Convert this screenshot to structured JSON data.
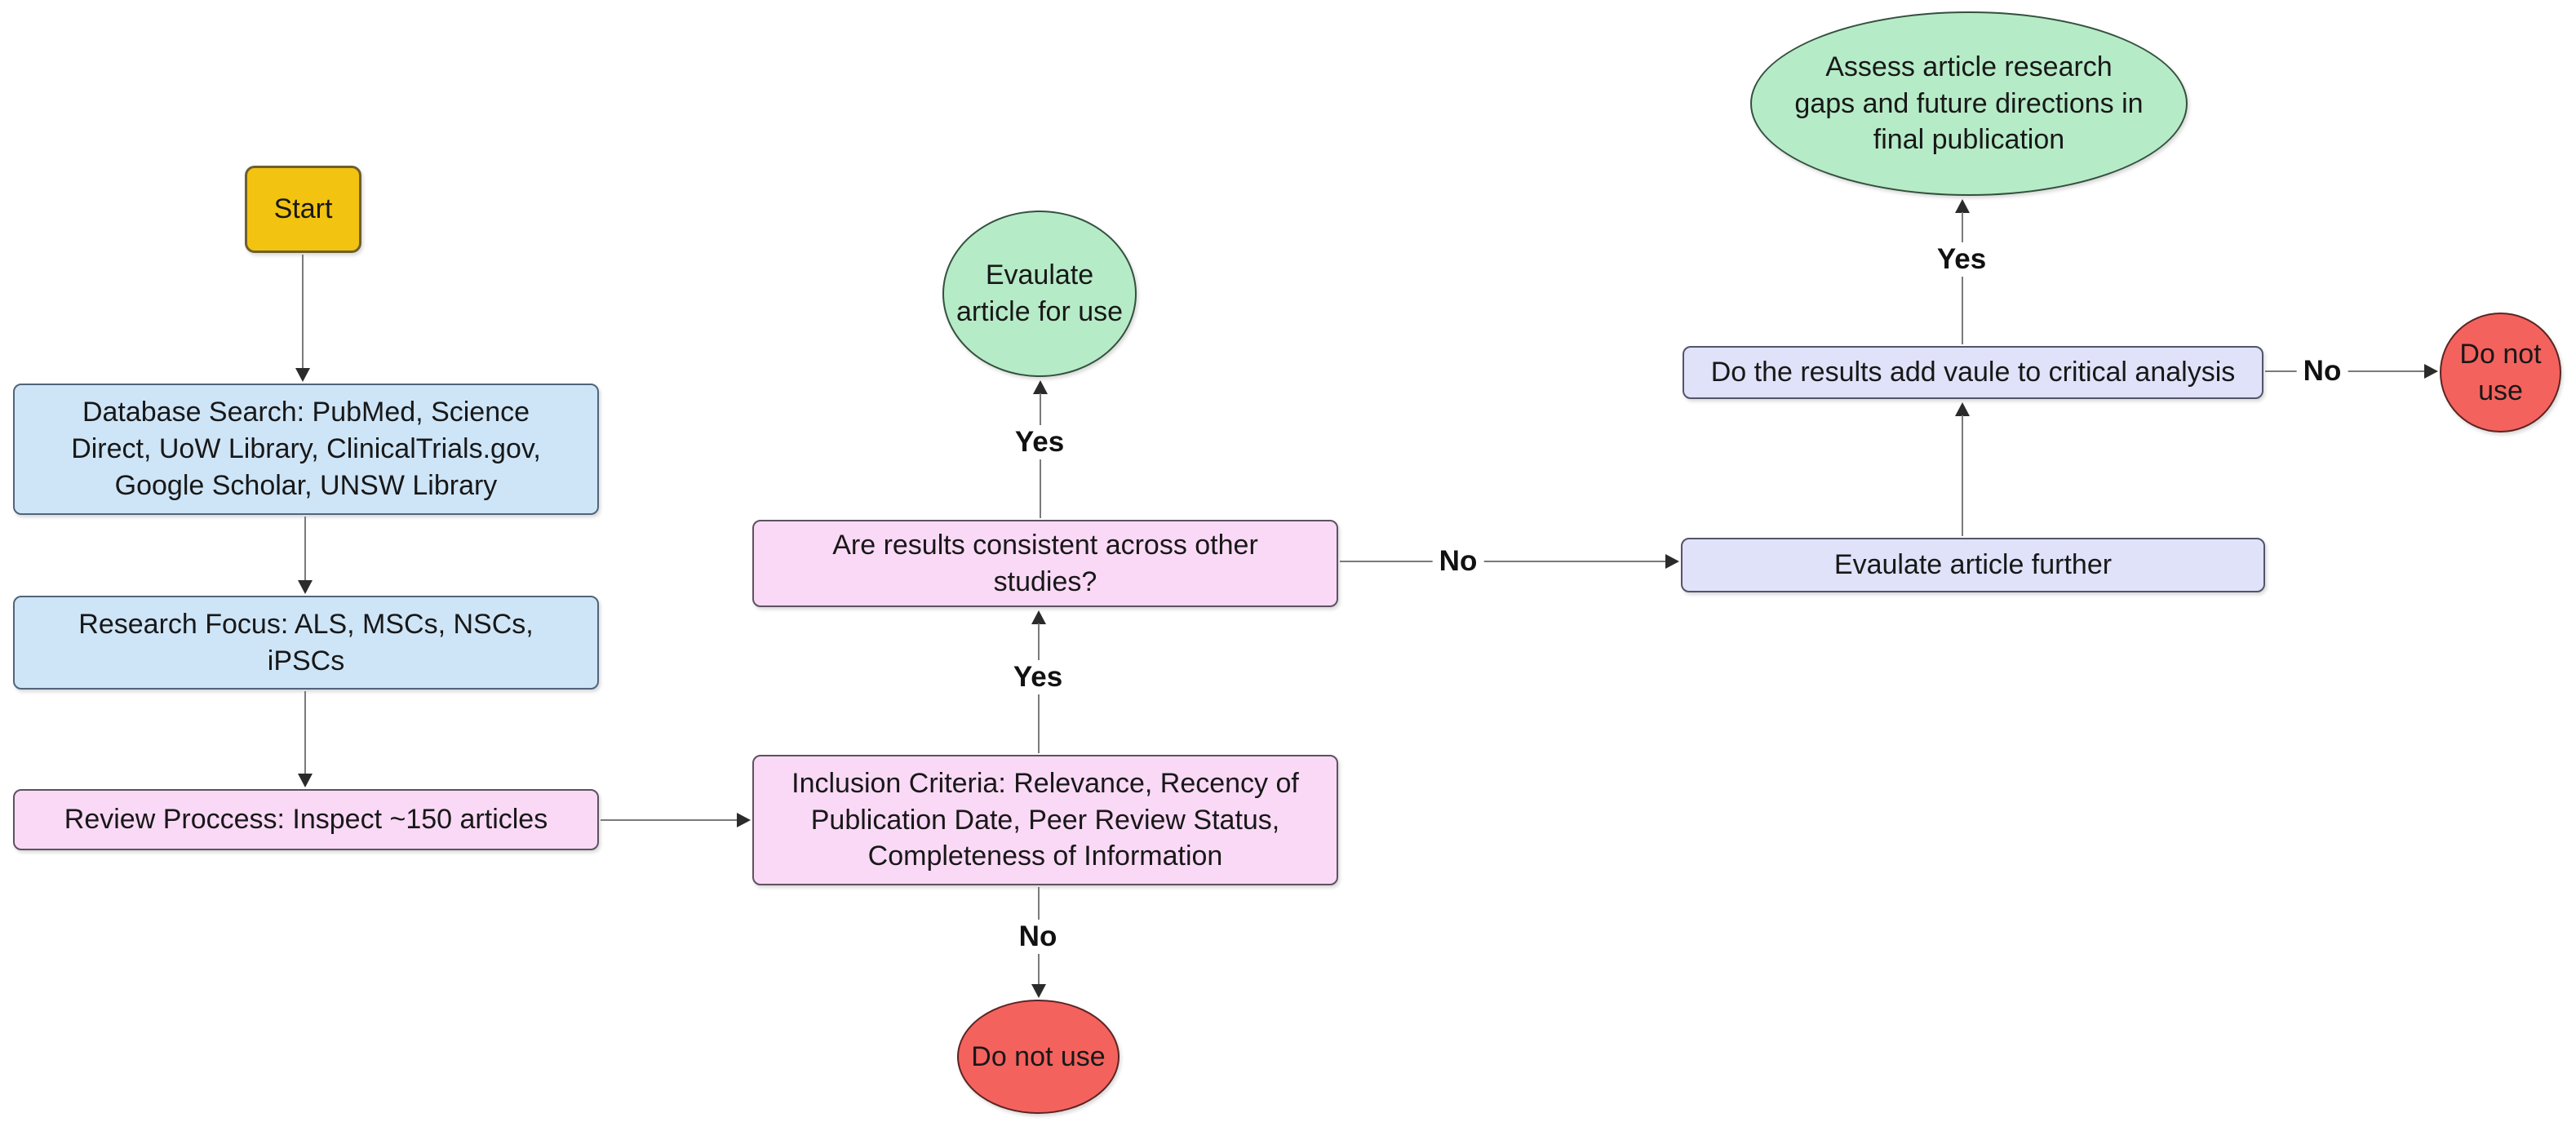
{
  "nodes": [
    {
      "id": "start",
      "shape": "rounded-rect",
      "fill": "#F2C311",
      "label": "Start"
    },
    {
      "id": "database-search",
      "shape": "rounded-rect",
      "fill": "#CEE5F7",
      "label": "Database Search: PubMed, Science\nDirect, UoW Library, ClinicalTrials.gov,\nGoogle Scholar, UNSW Library"
    },
    {
      "id": "research-focus",
      "shape": "rounded-rect",
      "fill": "#CEE5F7",
      "label": "Research Focus: ALS, MSCs, NSCs,\niPSCs"
    },
    {
      "id": "review-process",
      "shape": "rounded-rect",
      "fill": "#FAD9F6",
      "label": "Review Proccess: Inspect ~150 articles"
    },
    {
      "id": "inclusion-criteria",
      "shape": "rounded-rect",
      "fill": "#FAD9F6",
      "label": "Inclusion Criteria: Relevance, Recency of\nPublication Date, Peer Review Status,\nCompleteness of Information"
    },
    {
      "id": "results-consistent",
      "shape": "rounded-rect",
      "fill": "#FAD9F6",
      "label": "Are results consistent across other\nstudies?"
    },
    {
      "id": "evaluate-article-for-use",
      "shape": "ellipse",
      "fill": "#B6EBC7",
      "label": "Evaulate\narticle for use"
    },
    {
      "id": "do-not-use-bottom",
      "shape": "ellipse",
      "fill": "#F4625E",
      "label": "Do not use"
    },
    {
      "id": "evaluate-article-further",
      "shape": "rounded-rect",
      "fill": "#DFE2F8",
      "label": "Evaulate article further"
    },
    {
      "id": "results-add-value",
      "shape": "rounded-rect",
      "fill": "#DFE2F8",
      "label": "Do the results add vaule to critical analysis"
    },
    {
      "id": "assess-research-gaps",
      "shape": "ellipse",
      "fill": "#B6EBC7",
      "label": "Assess article research\ngaps and future directions in\nfinal publication"
    },
    {
      "id": "do-not-use-right",
      "shape": "ellipse",
      "fill": "#F4625E",
      "label": "Do not\nuse"
    }
  ],
  "edges": [
    {
      "id": "consistent-to-evaluate-use",
      "label": "Yes"
    },
    {
      "id": "inclusion-to-consistent",
      "label": "Yes"
    },
    {
      "id": "inclusion-to-do-not-use",
      "label": "No"
    },
    {
      "id": "consistent-to-evaluate-further",
      "label": "No"
    },
    {
      "id": "add-value-to-assess",
      "label": "Yes"
    },
    {
      "id": "add-value-to-do-not-use",
      "label": "No"
    }
  ],
  "palette": {
    "start_fill": "#F2C311",
    "process_blue_fill": "#CEE5F7",
    "decision_pink_fill": "#FAD9F6",
    "action_lavender_fill": "#DFE2F8",
    "terminal_green_fill": "#B6EBC7",
    "terminal_red_fill": "#F4625E",
    "arrow_line": "#7a7a7a",
    "arrow_head": "#2b2b2b",
    "text": "#181818",
    "background": "#ffffff"
  }
}
